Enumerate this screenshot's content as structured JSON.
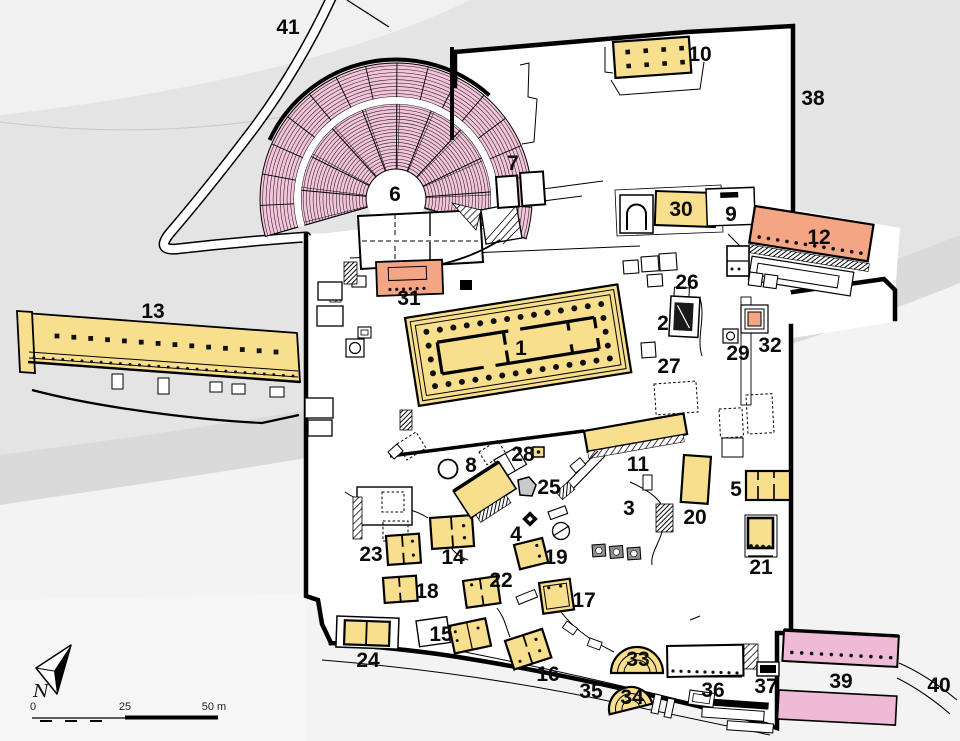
{
  "labels": {
    "n1": "1",
    "n2": "2",
    "n3": "3",
    "n4": "4",
    "n5": "5",
    "n6": "6",
    "n7": "7",
    "n8": "8",
    "n9": "9",
    "n10": "10",
    "n11": "11",
    "n12": "12",
    "n13": "13",
    "n14": "14",
    "n15": "15",
    "n16": "16",
    "n17": "17",
    "n18": "18",
    "n19": "19",
    "n20": "20",
    "n21": "21",
    "n22": "22",
    "n23": "23",
    "n24": "24",
    "n25": "25",
    "n26": "26",
    "n27": "27",
    "n28": "28",
    "n29": "29",
    "n30": "30",
    "n31": "31",
    "n32": "32",
    "n33": "33",
    "n34": "34",
    "n35": "35",
    "n36": "36",
    "n37": "37",
    "n38": "38",
    "n39": "39",
    "n40": "40",
    "n41": "41"
  },
  "scale_bar": {
    "tick_0": "0",
    "tick_25": "25",
    "tick_50": "50 m"
  },
  "north_arrow": {
    "label": "N"
  },
  "colors": {
    "building_yellow": "#f7df8d",
    "building_salmon": "#f4a583",
    "building_pink": "#eebad5",
    "theater_pink": "#f4c5da",
    "monument_gray": "#c9c9c9",
    "terrain_gray": "#e4e4e4",
    "terrain_light": "#f1f1f1",
    "ground_white": "#ffffff"
  }
}
